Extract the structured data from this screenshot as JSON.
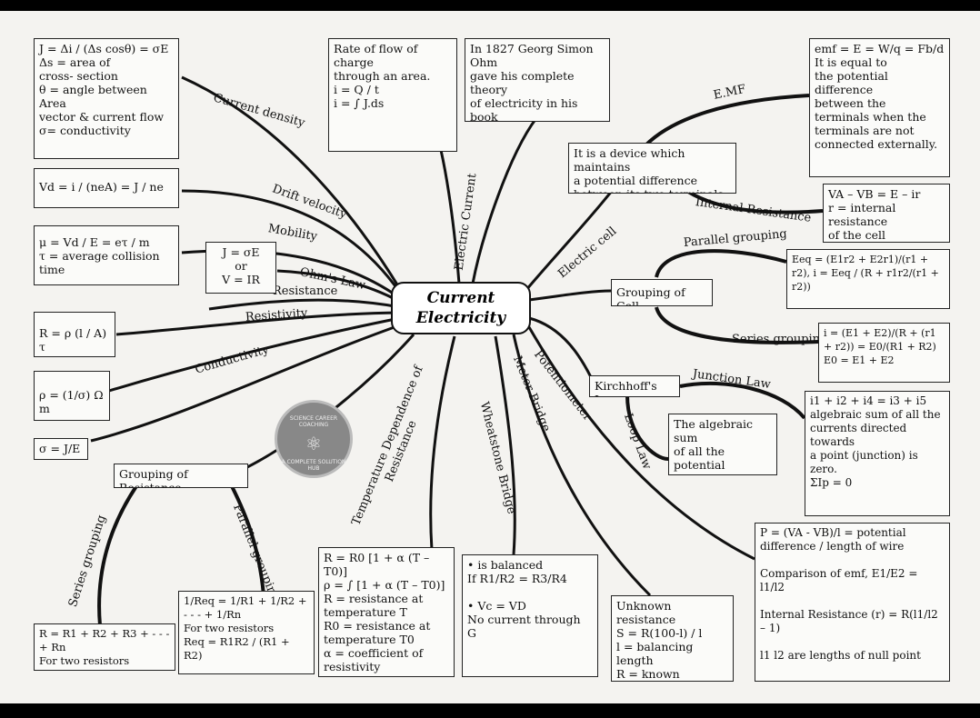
{
  "center": {
    "line1": "Current",
    "line2": "Electricity"
  },
  "branches": {
    "current_density": "Current density",
    "drift_velocity": "Drift velocity",
    "mobility": "Mobility",
    "ohms_law": "Ohm's Law",
    "resistance": "Resistance",
    "resistivity": "Resistivity",
    "conductivity": "Conductivity",
    "electric_current": "Electric Current",
    "emf": "E.MF",
    "internal_resistance": "Internal Resistance",
    "electric_cell": "Electric cell",
    "parallel_grouping": "Parallel grouping",
    "series_grouping": "Series grouping",
    "junction_law": "Junction Law",
    "loop_law": "Loop Law",
    "potentiometer": "Potentiometer",
    "meter_bridge": "Meter Bridge",
    "wheatstone_bridge": "Wheatstone Bridge",
    "temp_dependence": "Temperature Dependence of Resistance",
    "res_parallel_grouping": "Parallel grouping",
    "res_series_grouping": "Series grouping"
  },
  "boxes": {
    "current_density": "J = Δi / (Δs cosθ) = σE\nΔs = area of\n     cross- section\nθ = angle between Area\nvector & current flow\nσ= conductivity",
    "drift_velocity": "Vd = i / (neA) = J / ne",
    "mobility": "μ = Vd / E = eτ / m\nτ = average collision time",
    "ohms_law": "J = σE\nor\nV = IR",
    "resistance": "R = ρ (l / A) τ",
    "resistivity": "ρ = (1/σ) Ω m",
    "conductivity": "σ = J/E",
    "rate_of_flow": "Rate of flow of charge\nthrough an area.\n      i = Q / t\n  i = ∫ J.ds",
    "ohm_history": "In 1827 Georg Simon Ohm\ngave his complete theory\nof electricity in his book\n\"Die galvanische Kette,\nmathematisch bearbeitet",
    "emf": "emf = E = W/q = Fb/d\nIt is equal to\nthe potential\ndifference\nbetween the\nterminals when the\nterminals are not\nconnected externally.",
    "cell_definition": "It is a device which maintains\na potential difference\nbetween its two terminals.",
    "internal_resistance": "VA – VB = E – ir\nr = internal resistance\nof the cell",
    "grouping_of_cell": "Grouping of Cell",
    "parallel_cells": "Eeq = (E1r2 + E2r1)/(r1 + r2),  i = Eeq / (R + r1r2/(r1 + r2))",
    "series_cells": "i = (E1 + E2)/(R + (r1 + r2)) = E0/(R1 + R2)\nE0 = E1 + E2",
    "kirchhoff": "Kirchhoff's Law",
    "loop_law": "The algebraic sum\nof all the potential\ndifference along a\nclosed loop is zero.",
    "junction_law": "i1 + i2 + i4 = i3 + i5\nalgebraic sum of all the\ncurrents directed towards\na point (junction) is zero.\nΣIp = 0",
    "potentiometer": "P = (VA - VB)/l = potential difference / length of wire\n\nComparison of emf,  E1/E2 = l1/l2\n\nInternal Resistance (r) = R(l1/l2 – 1)\n\nl1 l2 are lengths of null point",
    "meter_bridge": "Unknown resistance\nS = R(100-l) / l\nl = balancing length\nR = known resistance",
    "wheatstone": "• is balanced\n  If R1/R2 = R3/R4\n\n• Vc = VD\n  No current through G",
    "temp_dependence": "R = R0 [1 + α (T – T0)]\nρ = ∫ [1 + α (T – T0)]\nR = resistance at\ntemperature T\nR0 = resistance at\ntemperature T0\nα = coefficient of\n   resistivity",
    "grouping_of_resistance": "Grouping of Resistance",
    "parallel_res": "1/Req = 1/R1 + 1/R2 + - - - + 1/Rn\nFor two resistors\nReq = R1R2 / (R1 + R2)",
    "series_res": "R = R1 + R2 + R3 + - - - + Rn\nFor two resistors\nR = R1 + R2"
  },
  "logo": {
    "text": "SCIENCE CAREER COACHING",
    "subtext": "A COMPLETE SOLUTION HUB"
  }
}
